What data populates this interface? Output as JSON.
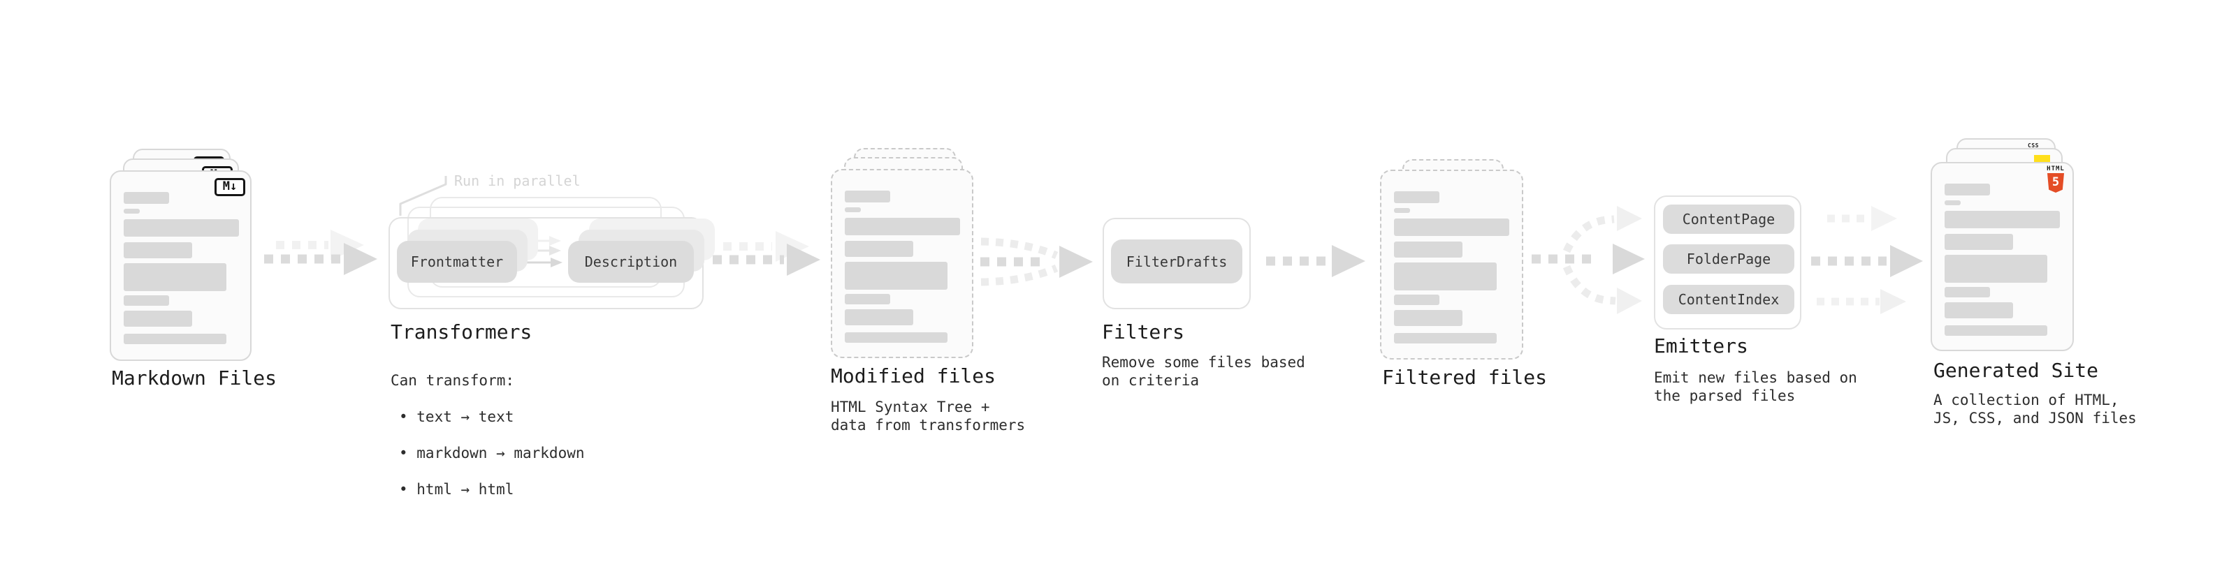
{
  "colors": {
    "html5_orange": "#e44d26",
    "js_yellow": "#ffdf1c",
    "css_blue": "#2e6df6",
    "node_gray": "#dcdcdc",
    "title_text": "#1c1c1c",
    "muted_note": "#d4d4d4"
  },
  "stages": {
    "markdown": {
      "title": "Markdown Files",
      "badge": "M↓"
    },
    "transformers": {
      "title": "Transformers",
      "note": "Run in parallel",
      "nodes": [
        "Frontmatter",
        "Description"
      ],
      "desc_heading": "Can transform:",
      "desc_items": [
        "• text → text",
        "• markdown → markdown",
        "• html → html"
      ]
    },
    "modified": {
      "title": "Modified files",
      "desc": "HTML Syntax Tree +\ndata from transformers"
    },
    "filters": {
      "title": "Filters",
      "node": "FilterDrafts",
      "desc": "Remove some files based\non criteria"
    },
    "filtered": {
      "title": "Filtered files"
    },
    "emitters": {
      "title": "Emitters",
      "nodes": [
        "ContentPage",
        "FolderPage",
        "ContentIndex"
      ],
      "desc": "Emit new files based on\nthe parsed files"
    },
    "generated": {
      "title": "Generated Site",
      "desc": "A collection of HTML,\nJS, CSS, and JSON files",
      "badges": {
        "html_label": "HTML",
        "html_number": "5",
        "css_label": "CSS"
      }
    }
  }
}
